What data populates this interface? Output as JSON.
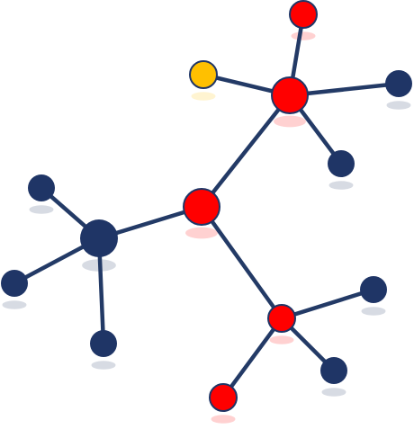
{
  "molecule": {
    "colors": {
      "bond": "#233a66",
      "navy": "#1f3566",
      "red": "#ff0000",
      "yellow": "#ffc000",
      "outline": "#1f3566"
    },
    "atoms": [
      {
        "id": "center-red",
        "color": "red"
      },
      {
        "id": "left-navy",
        "color": "navy"
      },
      {
        "id": "upper-red",
        "color": "red"
      },
      {
        "id": "lower-red",
        "color": "red"
      },
      {
        "id": "top-small-red",
        "color": "red"
      },
      {
        "id": "top-yellow",
        "color": "yellow"
      },
      {
        "id": "upper-right-navy",
        "color": "navy"
      },
      {
        "id": "upper-lower-navy",
        "color": "navy"
      },
      {
        "id": "left-upper-navy",
        "color": "navy"
      },
      {
        "id": "left-lower-navy",
        "color": "navy"
      },
      {
        "id": "left-bottom-navy",
        "color": "navy"
      },
      {
        "id": "lower-right-navy",
        "color": "navy"
      },
      {
        "id": "lower-bottomright-navy",
        "color": "navy"
      },
      {
        "id": "lower-bottom-red",
        "color": "red"
      }
    ],
    "bonds": [
      [
        "center-red",
        "left-navy"
      ],
      [
        "center-red",
        "upper-red"
      ],
      [
        "center-red",
        "lower-red"
      ],
      [
        "upper-red",
        "top-small-red"
      ],
      [
        "upper-red",
        "top-yellow"
      ],
      [
        "upper-red",
        "upper-right-navy"
      ],
      [
        "upper-red",
        "upper-lower-navy"
      ],
      [
        "left-navy",
        "left-upper-navy"
      ],
      [
        "left-navy",
        "left-lower-navy"
      ],
      [
        "left-navy",
        "left-bottom-navy"
      ],
      [
        "lower-red",
        "lower-right-navy"
      ],
      [
        "lower-red",
        "lower-bottomright-navy"
      ],
      [
        "lower-red",
        "lower-bottom-red"
      ]
    ]
  }
}
